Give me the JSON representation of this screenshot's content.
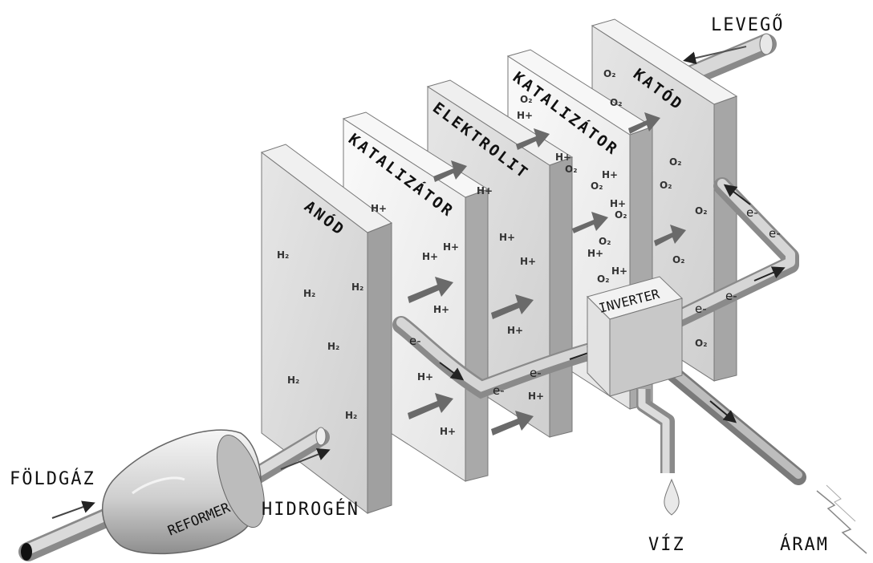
{
  "labels": {
    "air": "LEVEGŐ",
    "natural_gas": "FÖLDGÁZ",
    "hydrogen": "HIDROGÉN",
    "reformer": "REFORMER",
    "water": "VÍZ",
    "current": "ÁRAM",
    "inverter": "INVERTER"
  },
  "layers": [
    "ANÓD",
    "KATALIZÁTOR",
    "ELEKTROLIT",
    "KATALIZÁTOR",
    "KATÓD"
  ],
  "species": {
    "h2": "H₂",
    "h_plus": "H+",
    "o2": "O₂",
    "e_minus": "e-"
  },
  "colors": {
    "plate_face": "#d9d9d9",
    "plate_light": "#f1f1f1",
    "plate_side": "#a8a8a8",
    "arrow": "#6b6b6b",
    "pipe": "#c4c4c4"
  }
}
